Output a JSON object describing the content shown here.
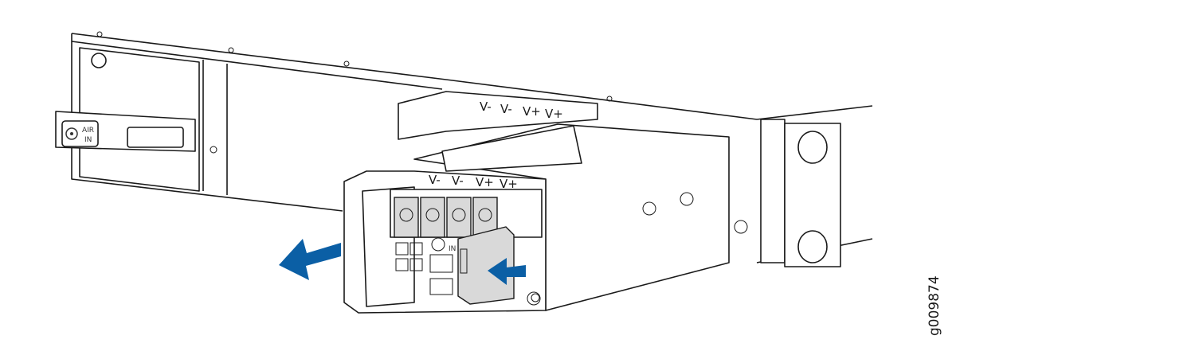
{
  "figure_id": "g009874",
  "fan_label": {
    "line1": "AIR",
    "line2": "IN"
  },
  "rear_psu_terminals": [
    "V-",
    "V-",
    "V+",
    "V+"
  ],
  "front_psu_terminals": [
    "V-",
    "V-",
    "V+",
    "V+"
  ],
  "terminal_block_marker": "IN",
  "colors": {
    "arrow": "#0b5fa5",
    "cover": "#d9d9d9",
    "line": "#1a1a1a"
  },
  "icons": [
    "fan-icon",
    "pull-arrow-icon",
    "push-arrow-icon",
    "ground-icon"
  ]
}
